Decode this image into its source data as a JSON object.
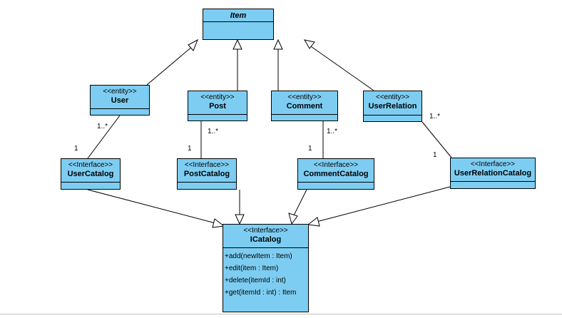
{
  "item": {
    "name": "Item"
  },
  "entities": [
    {
      "stereotype": "<<entity>>",
      "name": "User"
    },
    {
      "stereotype": "<<entity>>",
      "name": "Post"
    },
    {
      "stereotype": "<<entity>>",
      "name": "Comment"
    },
    {
      "stereotype": "<<entity>>",
      "name": "UserRelation"
    }
  ],
  "catalogs": [
    {
      "stereotype": "<<Interface>>",
      "name": "UserCatalog"
    },
    {
      "stereotype": "<<Interface>>",
      "name": "PostCatalog"
    },
    {
      "stereotype": "<<Interface>>",
      "name": "CommentCatalog"
    },
    {
      "stereotype": "<<Interface>>",
      "name": "UserRelationCatalog"
    }
  ],
  "icatalog": {
    "stereotype": "<<Interface>>",
    "name": "ICatalog",
    "operations": [
      "+add(newItem : Item)",
      "+edit(item : Item)",
      "+delete(itemId : int)",
      "+get(itemId : int) : Item"
    ]
  },
  "multiplicities": {
    "user_many": "1..*",
    "user_one": "1",
    "post_many": "1..*",
    "post_one": "1",
    "comment_many": "1..*",
    "comment_one": "1",
    "relation_many": "1..*",
    "relation_one": "1"
  },
  "colors": {
    "class_fill": "#7dcdf2",
    "border": "#000000"
  }
}
